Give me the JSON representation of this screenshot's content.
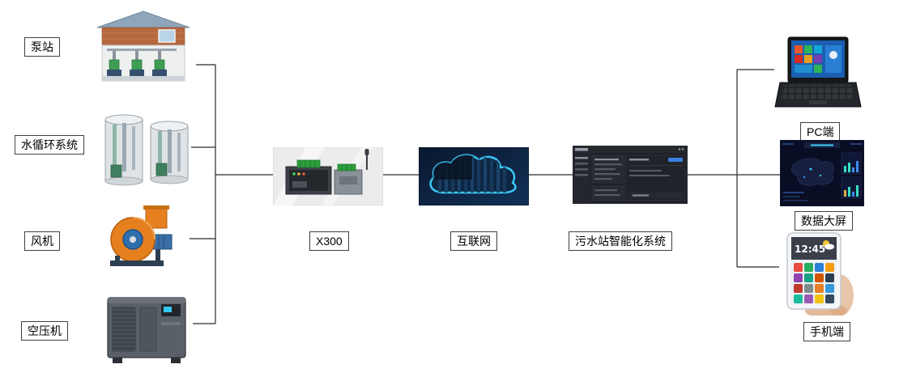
{
  "nodes": {
    "pump_station": {
      "label": "泵站"
    },
    "water_circulation": {
      "label": "水循环系统"
    },
    "fan": {
      "label": "风机"
    },
    "air_compressor": {
      "label": "空压机"
    },
    "gateway": {
      "label": "X300"
    },
    "internet": {
      "label": "互联网"
    },
    "sewage_system": {
      "label": "污水站智能化系统"
    },
    "pc_client": {
      "label": "PC端"
    },
    "data_screen": {
      "label": "数据大屏"
    },
    "mobile_client": {
      "label": "手机端",
      "screen_time": "12:45"
    }
  },
  "colors": {
    "connector": "#2a2a2a",
    "label_border": "#404040",
    "cloud_glow": "#3fd0ff",
    "fan_body": "#e6801f"
  }
}
